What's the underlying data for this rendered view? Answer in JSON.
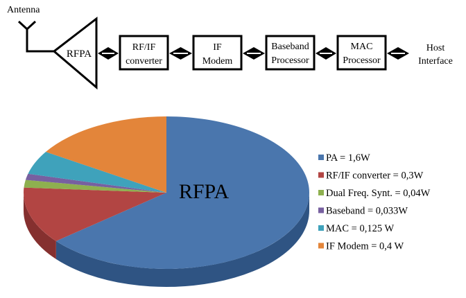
{
  "diagram": {
    "antenna_label": "Antenna",
    "rfpa_label": "RFPA",
    "blocks": [
      {
        "lines": [
          "RF/IF",
          "converter"
        ]
      },
      {
        "lines": [
          "IF",
          "Modem"
        ]
      },
      {
        "lines": [
          "Baseband",
          "Processor"
        ]
      },
      {
        "lines": [
          "MAC",
          "Processor"
        ]
      }
    ],
    "host_lines": [
      "Host",
      "Interface"
    ]
  },
  "chart_data": {
    "type": "pie",
    "style": "3d",
    "center_label": "RFPA",
    "legend_position": "right",
    "slices": [
      {
        "name": "PA",
        "label": "PA = 1,6W",
        "value": 1.6,
        "color": "#4a76ad",
        "side": "#2f5483"
      },
      {
        "name": "RF/IF converter",
        "label": "RF/IF converter = 0,3W",
        "value": 0.3,
        "color": "#b24543",
        "side": "#85302f"
      },
      {
        "name": "Dual Freq. Synt.",
        "label": "Dual Freq. Synt. = 0,04W",
        "value": 0.04,
        "color": "#8eb04f",
        "side": "#6a8538"
      },
      {
        "name": "Baseband",
        "label": "Baseband = 0,033W",
        "value": 0.033,
        "color": "#7760a0",
        "side": "#574676"
      },
      {
        "name": "MAC",
        "label": "MAC = 0,125 W",
        "value": 0.125,
        "color": "#3fa2bb",
        "side": "#2c7b8e"
      },
      {
        "name": "IF Modem",
        "label": "IF Modem = 0,4 W",
        "value": 0.4,
        "color": "#e3853a",
        "side": "#b06328"
      }
    ]
  }
}
